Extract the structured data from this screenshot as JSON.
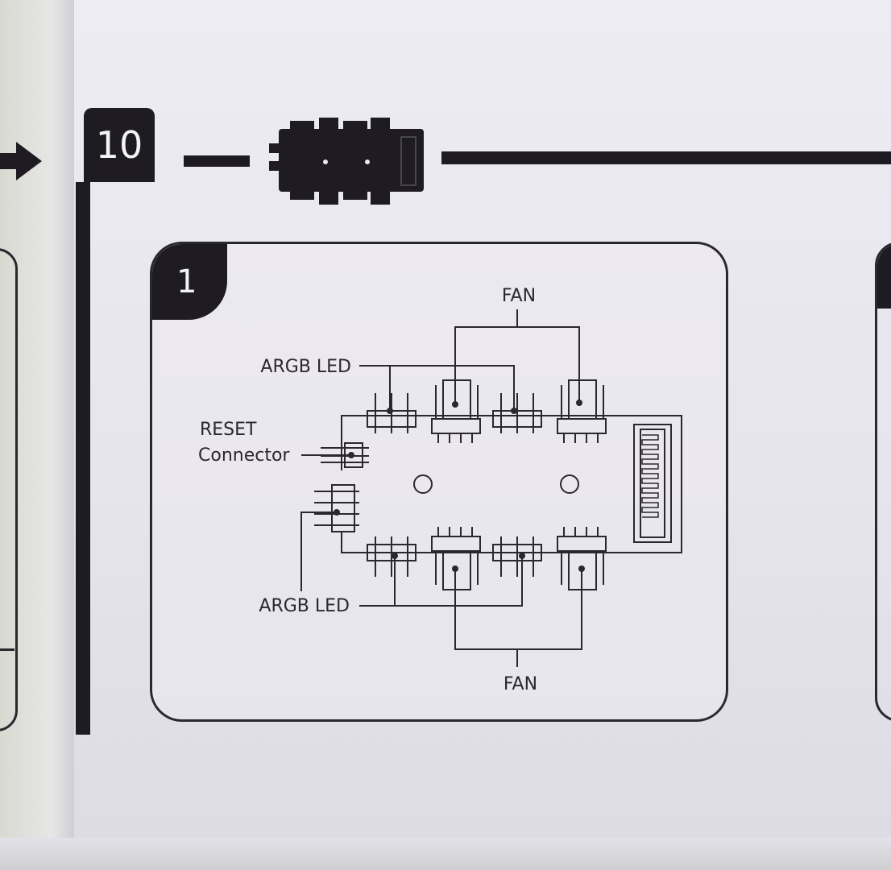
{
  "step": {
    "number": "10"
  },
  "panel": {
    "number": "1"
  },
  "labels": {
    "fan_top": "FAN",
    "argb_top": "ARGB LED",
    "reset_line1": "RESET",
    "reset_line2": "Connector",
    "argb_bottom": "ARGB LED",
    "fan_bottom": "FAN"
  },
  "colors": {
    "ink": "#2a282e",
    "badge": "#1e1c22",
    "paper": "#e9e7ef"
  }
}
